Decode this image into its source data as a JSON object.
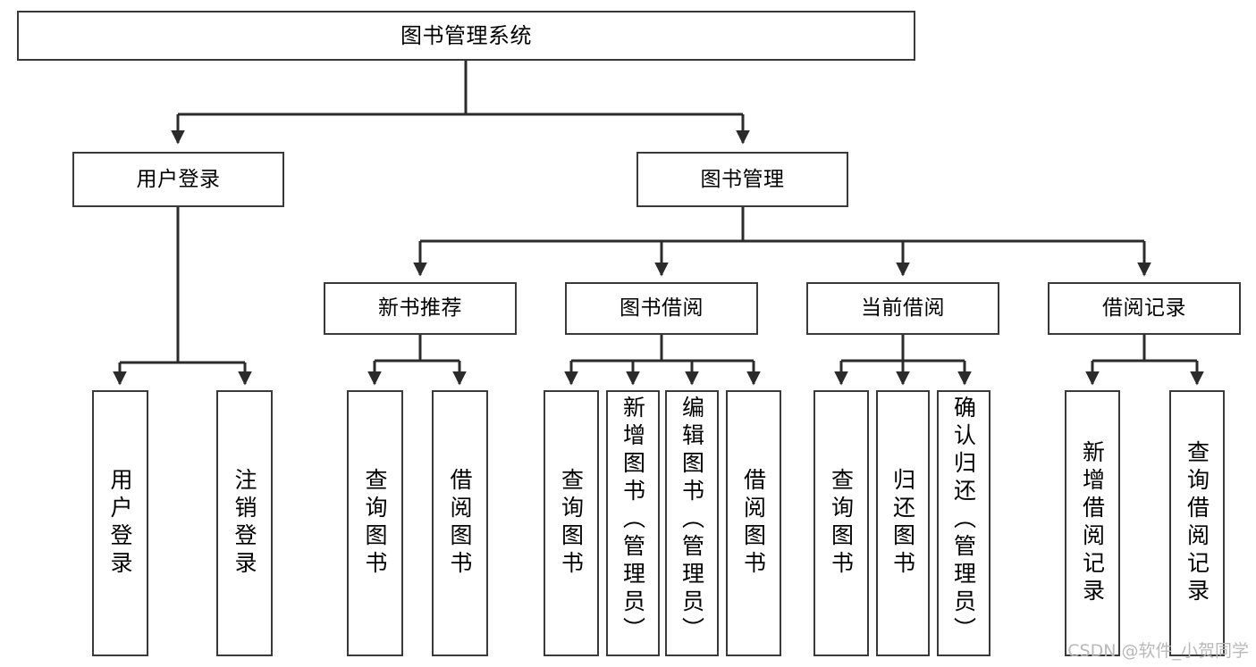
{
  "diagram": {
    "type": "tree-hierarchy",
    "title": "图书管理系统",
    "watermark": "CSDN @软件_小贺同学",
    "colors": {
      "box_border": "#3a3a3a",
      "box_fill": "#ffffff",
      "edge": "#2b2b2b",
      "text": "#000000",
      "watermark": "#b9b9b9"
    },
    "levels": {
      "root": {
        "label": "图书管理系统"
      },
      "level2": [
        {
          "label": "用户登录"
        },
        {
          "label": "图书管理"
        }
      ],
      "level3": [
        {
          "label": "新书推荐"
        },
        {
          "label": "图书借阅"
        },
        {
          "label": "当前借阅"
        },
        {
          "label": "借阅记录"
        }
      ],
      "leaves": {
        "user_login": [
          {
            "label": "用户登录"
          },
          {
            "label": "注销登录"
          }
        ],
        "new_book_recommend": [
          {
            "label": "查询图书"
          },
          {
            "label": "借阅图书"
          }
        ],
        "book_borrow": [
          {
            "label": "查询图书"
          },
          {
            "label": "新增图书（管理员）"
          },
          {
            "label": "编辑图书（管理员）"
          },
          {
            "label": "借阅图书"
          }
        ],
        "current_borrow": [
          {
            "label": "查询图书"
          },
          {
            "label": "归还图书"
          },
          {
            "label": "确认归还（管理员）"
          }
        ],
        "borrow_record": [
          {
            "label": "新增借阅记录"
          },
          {
            "label": "查询借阅记录"
          }
        ]
      }
    }
  }
}
